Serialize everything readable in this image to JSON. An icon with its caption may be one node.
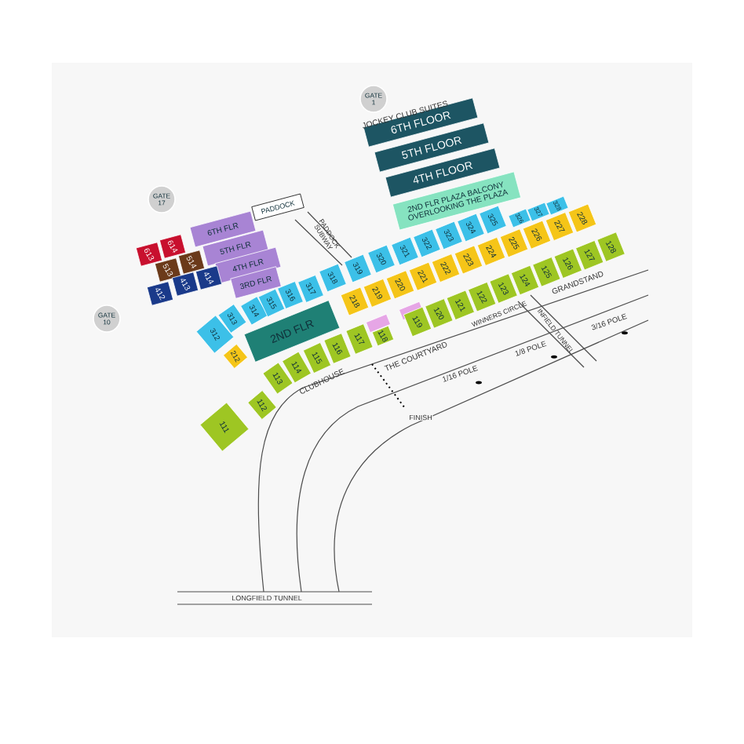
{
  "diagram": {
    "nodes": [
      {
        "text": [
          "GATE 1"
        ]
      },
      {
        "text": [
          "6TH FLOOR"
        ]
      },
      {
        "text": [
          "5TH FLOOR"
        ]
      },
      {
        "text": [
          "4TH FLOOR"
        ]
      },
      {
        "text": [
          "2ND FLR PLAZA BALCONY",
          "OVERLOOKING THE PLAZA"
        ]
      },
      {
        "text": [
          "GATE 17"
        ]
      },
      {
        "text": [
          "PADDOCK"
        ]
      },
      {
        "text": [
          "6TH FLR"
        ]
      },
      {
        "text": [
          "5TH FLR"
        ]
      },
      {
        "text": [
          "4TH FLR"
        ]
      },
      {
        "text": [
          "3RD FLR"
        ]
      },
      {
        "text": [
          "613"
        ]
      },
      {
        "text": [
          "614"
        ]
      },
      {
        "text": [
          "513"
        ]
      },
      {
        "text": [
          "514"
        ]
      },
      {
        "text": [
          "412"
        ]
      },
      {
        "text": [
          "413"
        ]
      },
      {
        "text": [
          "414"
        ]
      },
      {
        "text": [
          "GATE 10"
        ]
      },
      {
        "text": [
          "312"
        ]
      },
      {
        "text": [
          "313"
        ]
      },
      {
        "text": [
          "314"
        ]
      },
      {
        "text": [
          "315"
        ]
      },
      {
        "text": [
          "316"
        ]
      },
      {
        "text": [
          "317"
        ]
      },
      {
        "text": [
          "318"
        ]
      },
      {
        "text": [
          "319"
        ]
      },
      {
        "text": [
          "320"
        ]
      },
      {
        "text": [
          "321"
        ]
      },
      {
        "text": [
          "322"
        ]
      },
      {
        "text": [
          "323"
        ]
      },
      {
        "text": [
          "324"
        ]
      },
      {
        "text": [
          "325"
        ]
      },
      {
        "text": [
          "326"
        ]
      },
      {
        "text": [
          "327"
        ]
      },
      {
        "text": [
          "328"
        ]
      },
      {
        "text": [
          "2ND FLR"
        ]
      },
      {
        "text": [
          "212"
        ]
      },
      {
        "text": [
          "218"
        ]
      },
      {
        "text": [
          "219"
        ]
      },
      {
        "text": [
          "220"
        ]
      },
      {
        "text": [
          "221"
        ]
      },
      {
        "text": [
          "222"
        ]
      },
      {
        "text": [
          "223"
        ]
      },
      {
        "text": [
          "224"
        ]
      },
      {
        "text": [
          "225"
        ]
      },
      {
        "text": [
          "226"
        ]
      },
      {
        "text": [
          "227"
        ]
      },
      {
        "text": [
          "228"
        ]
      },
      {
        "text": [],
        "shape": "box"
      },
      {
        "text": [],
        "shape": "box"
      },
      {
        "text": [
          "111"
        ]
      },
      {
        "text": [
          "112"
        ]
      },
      {
        "text": [
          "113"
        ]
      },
      {
        "text": [
          "114"
        ]
      },
      {
        "text": [
          "115"
        ]
      },
      {
        "text": [
          "116"
        ]
      },
      {
        "text": [
          "117"
        ]
      },
      {
        "text": [
          "118"
        ]
      },
      {
        "text": [
          "119"
        ]
      },
      {
        "text": [
          "120"
        ]
      },
      {
        "text": [
          "121"
        ]
      },
      {
        "text": [
          "122"
        ]
      },
      {
        "text": [
          "123"
        ]
      },
      {
        "text": [
          "124"
        ]
      },
      {
        "text": [
          "125"
        ]
      },
      {
        "text": [
          "126"
        ]
      },
      {
        "text": [
          "127"
        ]
      },
      {
        "text": [
          "128"
        ]
      }
    ],
    "labels": [
      "JOCKEY CLUB SUITES",
      "PADDOCK SUBWAY",
      "CLUBHOUSE",
      "THE COURTYARD",
      "WINNERS CIRCLE",
      "GRANDSTAND",
      "INFIELD TUNNEL",
      "3/16 POLE",
      "1/8 POLE",
      "1/16 POLE",
      "FINISH",
      "LONGFIELD TUNNEL"
    ]
  }
}
